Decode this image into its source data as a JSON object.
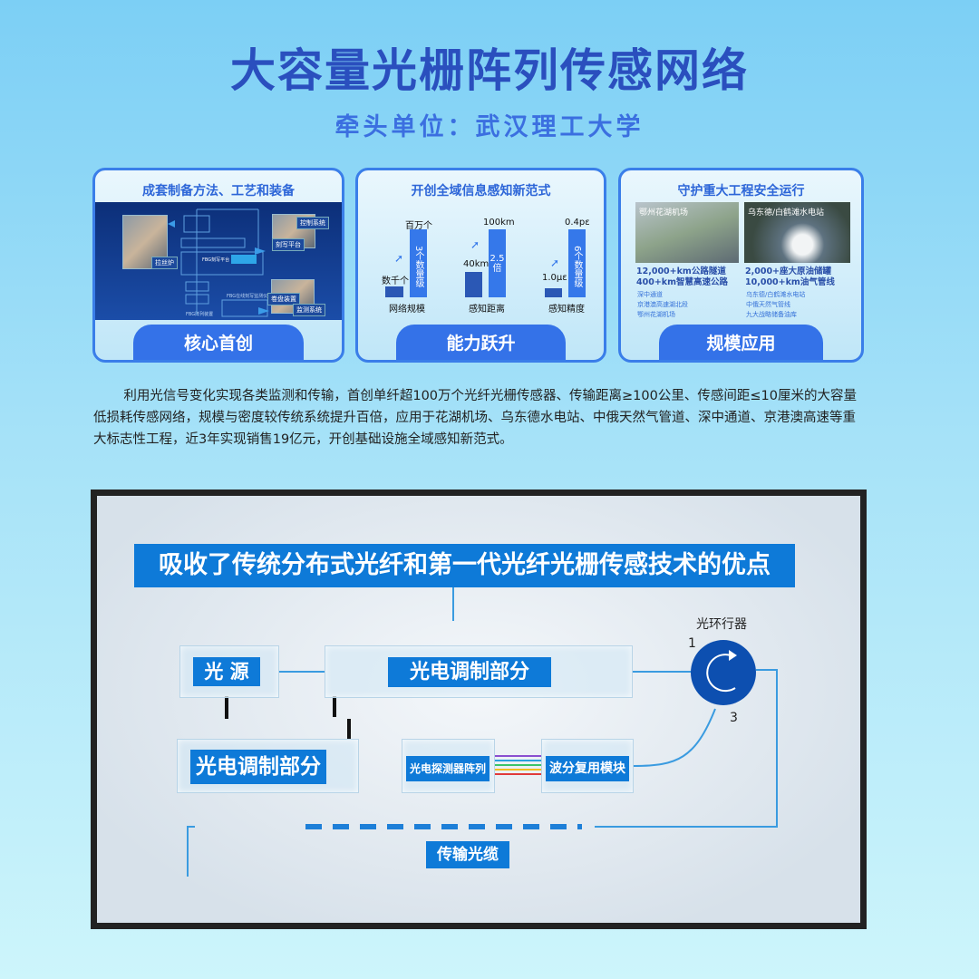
{
  "header": {
    "title": "大容量光栅阵列传感网络",
    "subtitle": "牵头单位：武汉理工大学"
  },
  "cards": [
    {
      "heading": "成套制备方法、工艺和装备",
      "footer": "核心首创",
      "diagram_labels": [
        "拉丝炉",
        "控制系统",
        "刻写平台",
        "FBG刻写平台",
        "卷盘装置",
        "监测系统",
        "FBG在线刻写监测仪",
        "FBG阵列装置"
      ]
    },
    {
      "heading": "开创全域信息感知新范式",
      "footer": "能力跃升",
      "metrics": [
        {
          "name": "网络规模",
          "before": "数千个",
          "after": "百万个",
          "gain": "3个数量级"
        },
        {
          "name": "感知距离",
          "before": "40km",
          "after": "100km",
          "gain": "2.5倍"
        },
        {
          "name": "感知精度",
          "before": "1.0με",
          "after": "0.4pε",
          "gain": "6个数量级"
        }
      ]
    },
    {
      "heading": "守护重大工程安全运行",
      "footer": "规模应用",
      "columns": [
        {
          "image_caption": "鄂州花湖机场",
          "stats": [
            "12,000+km公路隧道",
            "400+km智慧高速公路"
          ],
          "projects": [
            "深中通道",
            "京港澳高速湖北段",
            "鄂州花湖机场"
          ]
        },
        {
          "image_caption": "乌东德/白鹤滩水电站",
          "stats": [
            "2,000+座大原油储罐",
            "10,000+km油气管线"
          ],
          "projects": [
            "乌东德/白鹤滩水电站",
            "中俄天然气管线",
            "九大战略储备油库"
          ]
        }
      ]
    }
  ],
  "description": "利用光信号变化实现各类监测和传输，首创单纤超100万个光纤光栅传感器、传输距离≥100公里、传感间距≤10厘米的大容量低损耗传感网络，规模与密度较传统系统提升百倍，应用于花湖机场、乌东德水电站、中俄天然气管道、深中通道、京港澳高速等重大标志性工程，近3年实现销售19亿元，开创基础设施全域感知新范式。",
  "video": {
    "banner": "吸收了传统分布式光纤和第一代光纤光栅传感技术的优点",
    "light_source": "光 源",
    "modulator_top": "光电调制部分",
    "modulator_bottom": "光电调制部分",
    "circulator": "光环行器",
    "port1": "1",
    "port3": "3",
    "detector_array": "光电探测器阵列",
    "wdm_module": "波分复用模块",
    "cable": "传输光缆"
  },
  "colors": {
    "title": "#2a4fbe",
    "accent": "#3472e8",
    "label_blue": "#0e7ad8",
    "circulator": "#0d4fb0"
  }
}
